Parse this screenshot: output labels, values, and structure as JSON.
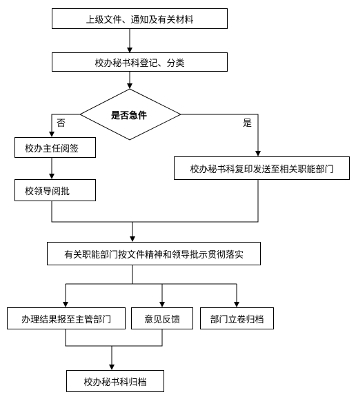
{
  "nodes": {
    "receive_docs": "上级文件、通知及有关材料",
    "register_classify": "校办秘书科登记、分类",
    "is_urgent": "是否急件",
    "director_review": "校办主任阅签",
    "leader_approve": "校领导阅批",
    "copy_send_departments": "校办秘书科复印发送至相关职能部门",
    "implement": "有关职能部门按文件精神和领导批示贯彻落实",
    "report_result": "办理结果报至主管部门",
    "feedback": "意见反馈",
    "department_archive": "部门立卷归档",
    "secretary_archive": "校办秘书科归档"
  },
  "branches": {
    "no": "否",
    "yes": "是"
  }
}
